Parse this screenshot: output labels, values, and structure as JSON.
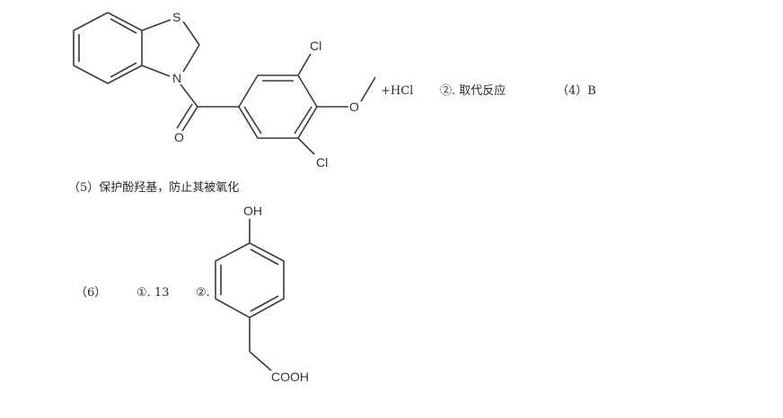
{
  "answer_line_1": {
    "product_suffix": "+HCl",
    "reaction_type": "②. 取代反应",
    "q4": "（4）B"
  },
  "structure_1": {
    "atoms": {
      "s": "S",
      "n": "N",
      "o_carbonyl": "O",
      "cl_top": "Cl",
      "o_ether": "O",
      "cl_bottom": "Cl"
    }
  },
  "q5": "（5）保护酚羟基，防止其被氧化",
  "q6": {
    "label": "（6）",
    "part1": "①. 13",
    "part2": "②."
  },
  "structure_2": {
    "atoms": {
      "oh": "OH",
      "cooh": "COOH"
    }
  }
}
